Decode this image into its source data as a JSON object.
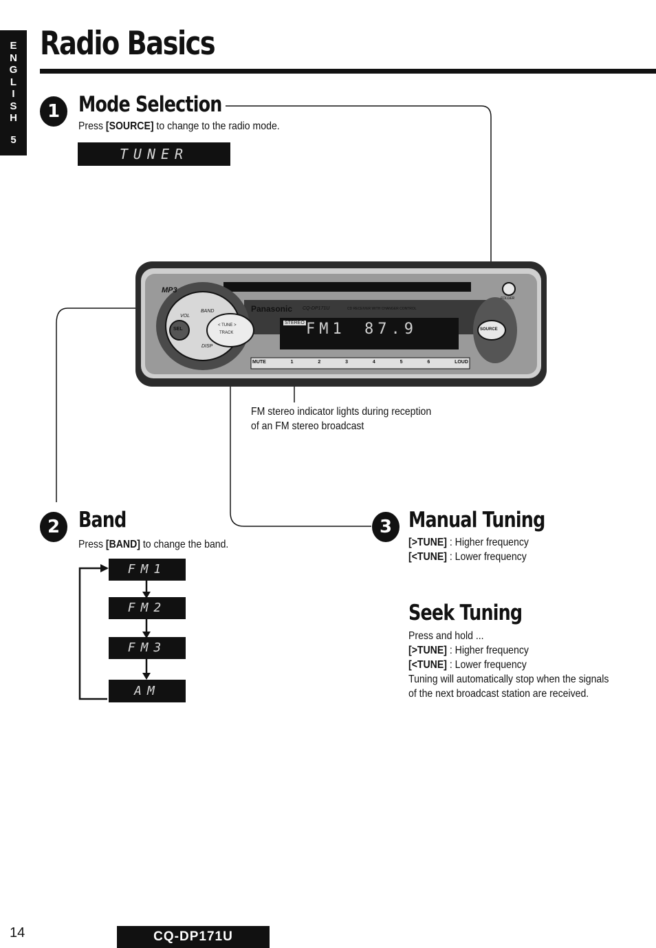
{
  "side_tab": {
    "letters": [
      "E",
      "N",
      "G",
      "L",
      "I",
      "S",
      "H"
    ],
    "page": "5"
  },
  "title": "Radio Basics",
  "mode": {
    "number": "1",
    "heading": "Mode Selection",
    "text_pre": "Press ",
    "text_key": "[SOURCE]",
    "text_post": " to change to the radio mode.",
    "display": "TUNER"
  },
  "device": {
    "mp3": "MP3",
    "brand": "Panasonic",
    "model": "CQ-DP171U",
    "subtitle": "CD RECEIVER WITH CHANGER CONTROL",
    "stereo": "STEREO",
    "band": "FM1",
    "freq": "87.9",
    "buttons": {
      "band": "BAND",
      "vol": "VOL",
      "sel": "SEL",
      "disp": "DISP",
      "tune": "< TUNE >",
      "track": "TRACK",
      "source": "SOURCE",
      "folder": "FOLDER"
    },
    "presets": [
      "MUTE",
      "1",
      "2",
      "3",
      "4",
      "5",
      "6",
      "LOUD"
    ]
  },
  "stereo_note": [
    "FM stereo indicator lights during reception",
    "of an FM stereo broadcast"
  ],
  "band": {
    "number": "2",
    "heading": "Band",
    "text_pre": "Press ",
    "text_key": "[BAND]",
    "text_post": " to change the band.",
    "displays": [
      "FM1",
      "FM2",
      "FM3",
      "AM"
    ]
  },
  "manual": {
    "number": "3",
    "heading": "Manual Tuning",
    "line1_key": "[>TUNE]",
    "line1_text": " : Higher frequency",
    "line2_key": "[<TUNE]",
    "line2_text": " : Lower frequency"
  },
  "seek": {
    "heading": "Seek Tuning",
    "intro": "Press and hold ...",
    "line1_key": "[>TUNE]",
    "line1_text": " : Higher frequency",
    "line2_key": "[<TUNE]",
    "line2_text": " : Lower frequency",
    "note1": "Tuning will automatically stop when the signals",
    "note2": "of the next broadcast station are received."
  },
  "footer": {
    "page": "14",
    "model": "CQ-DP171U"
  }
}
